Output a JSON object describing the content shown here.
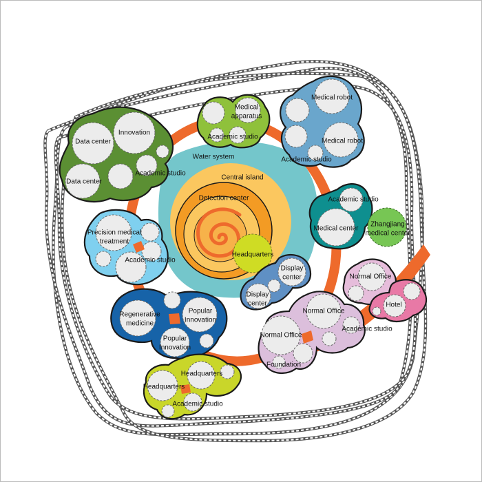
{
  "labels": {
    "data_center_1": "Data center",
    "innovation": "Innovation",
    "data_center_2": "Data center",
    "academic_studio_green": "Academic studio",
    "medical_apparatus": [
      "Medical",
      "apparatus"
    ],
    "academic_studio_lime": "Academic studio",
    "medical_robot_1": "Medical robot",
    "medical_robot_2": "Medical robot",
    "academic_studio_blue": "Academic studio",
    "water_system": "Water system",
    "central_island": "Central island",
    "detection_center": "Detection center",
    "headquarters_center": "Headquarters",
    "academic_studio_teal": "Academic studio",
    "medical_center": "Medical center",
    "zhangjiang": [
      "Zhangjiang",
      "medical center"
    ],
    "precision_medical": [
      "Precision medical",
      "treatment"
    ],
    "academic_studio_lightblue": "Academic studio",
    "display_center_1": [
      "Display",
      "center"
    ],
    "display_center_2": [
      "Display",
      "center"
    ],
    "normal_office_pink": "Normal Office",
    "hotel": "Hotel",
    "regenerative": [
      "Regenerative",
      "medicine"
    ],
    "popular_innovation_1": [
      "Popular",
      "Innovation"
    ],
    "popular_innovation_2": [
      "Popular",
      "Innovation"
    ],
    "normal_office_1": "Normal Office",
    "normal_office_2": "Normal Office",
    "academic_studio_lilac": "Academic studio",
    "foundation": "Foundation",
    "headquarters_1": "Headquarters",
    "headquarters_2": "Headquarters",
    "academic_studio_yellow": "Academic studio"
  },
  "colors": {
    "frame": "#bbbbbb",
    "dark_green": "#5b8f33",
    "lime_green": "#8fc13b",
    "steel_blue": "#6aa6cc",
    "teal": "#0e8f8f",
    "light_blue": "#7fd0ef",
    "royal_blue": "#1763a8",
    "yellow_green": "#c9d62a",
    "lilac": "#dcbfdc",
    "pink": "#e879a6",
    "light_pink": "#e6bddb",
    "zhangjiang_green": "#77c654",
    "orange_band": "#ee6a2c",
    "water": "#74c6cb",
    "central": "#fbc75f",
    "detection": "#f39b24",
    "headquarters": "#cfdc24"
  }
}
